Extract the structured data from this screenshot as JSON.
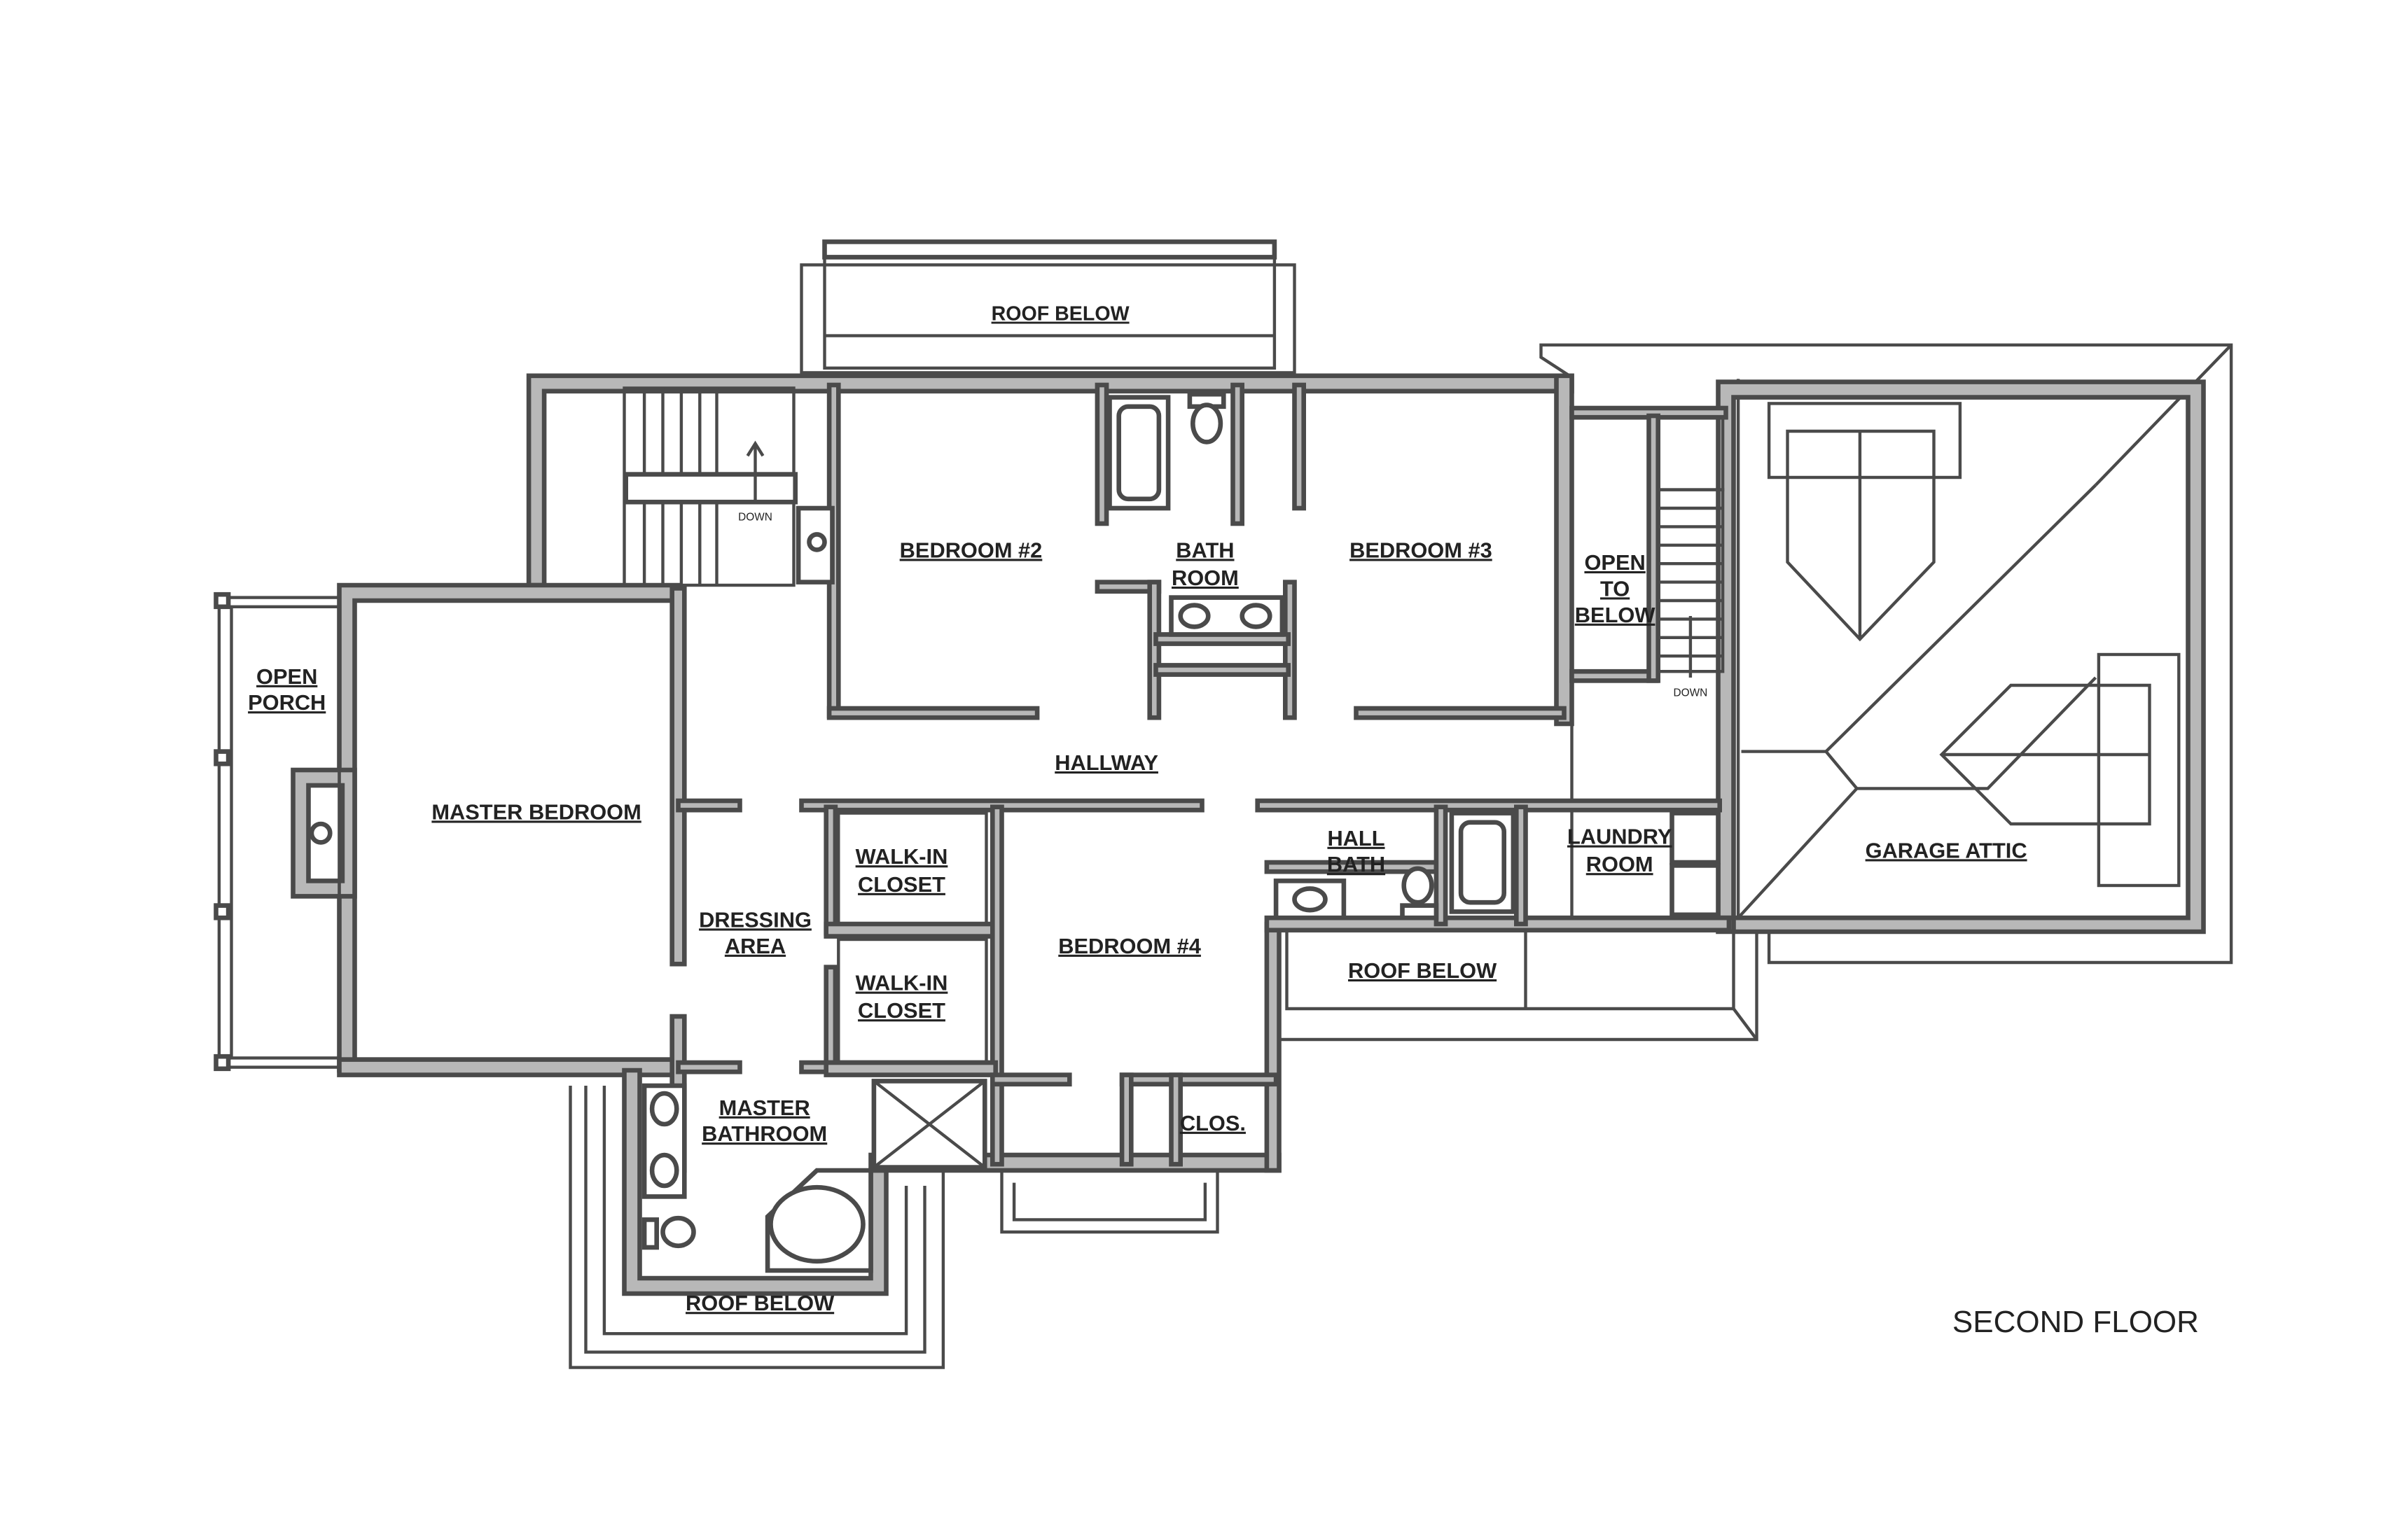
{
  "title": "SECOND FLOOR",
  "rooms": {
    "roof_below_top": "ROOF BELOW",
    "bedroom2": "BEDROOM #2",
    "bath_room_1": "BATH",
    "bath_room_2": "ROOM",
    "bedroom3": "BEDROOM #3",
    "open_to_below_1": "OPEN",
    "open_to_below_2": "TO",
    "open_to_below_3": "BELOW",
    "open_porch_1": "OPEN",
    "open_porch_2": "PORCH",
    "master_bedroom": "MASTER BEDROOM",
    "hallway": "HALLWAY",
    "walkin_closet_a_1": "WALK-IN",
    "walkin_closet_a_2": "CLOSET",
    "walkin_closet_b_1": "WALK-IN",
    "walkin_closet_b_2": "CLOSET",
    "dressing_area_1": "DRESSING",
    "dressing_area_2": "AREA",
    "bedroom4": "BEDROOM #4",
    "hall_bath_1": "HALL",
    "hall_bath_2": "BATH",
    "laundry_room_1": "LAUNDRY",
    "laundry_room_2": "ROOM",
    "garage_attic": "GARAGE ATTIC",
    "roof_below_mid": "ROOF BELOW",
    "master_bathroom_1": "MASTER",
    "master_bathroom_2": "BATHROOM",
    "clos": "CLOS.",
    "roof_below_bottom": "ROOF BELOW"
  },
  "stairs": {
    "down_left": "DOWN",
    "down_right": "DOWN"
  }
}
